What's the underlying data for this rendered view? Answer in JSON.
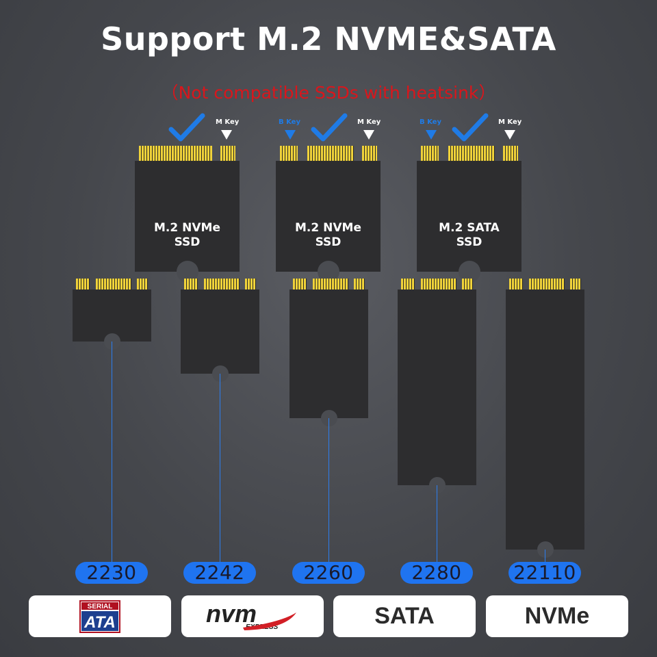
{
  "title": "Support M.2 NVME&SATA",
  "subtitle": "（Not compatible SSDs with heatsink）",
  "top_cards": [
    {
      "line1": "M.2 NVMe",
      "line2": "SSD",
      "b_key": "",
      "m_key": "M Key"
    },
    {
      "line1": "M.2 NVMe",
      "line2": "SSD",
      "b_key": "B Key",
      "m_key": "M Key"
    },
    {
      "line1": "M.2 SATA",
      "line2": "SSD",
      "b_key": "B Key",
      "m_key": "M Key"
    }
  ],
  "sizes": [
    "2230",
    "2242",
    "2260",
    "2280",
    "22110"
  ],
  "badges": {
    "serial_ata_top": "SERIAL",
    "serial_ata_main": "ATA",
    "nvm_main": "nvm",
    "nvm_sub": "EXPRESS",
    "sata": "SATA",
    "nvme": "NVMe"
  },
  "colors": {
    "accent_blue": "#1f74f0",
    "warning_red": "#d9161c",
    "pin_gold": "#f1d33a",
    "card_dark": "#2d2d2f"
  },
  "icons": [
    "checkmark-icon",
    "triangle-pointer-icon",
    "serial-ata-logo",
    "nvm-express-logo"
  ]
}
